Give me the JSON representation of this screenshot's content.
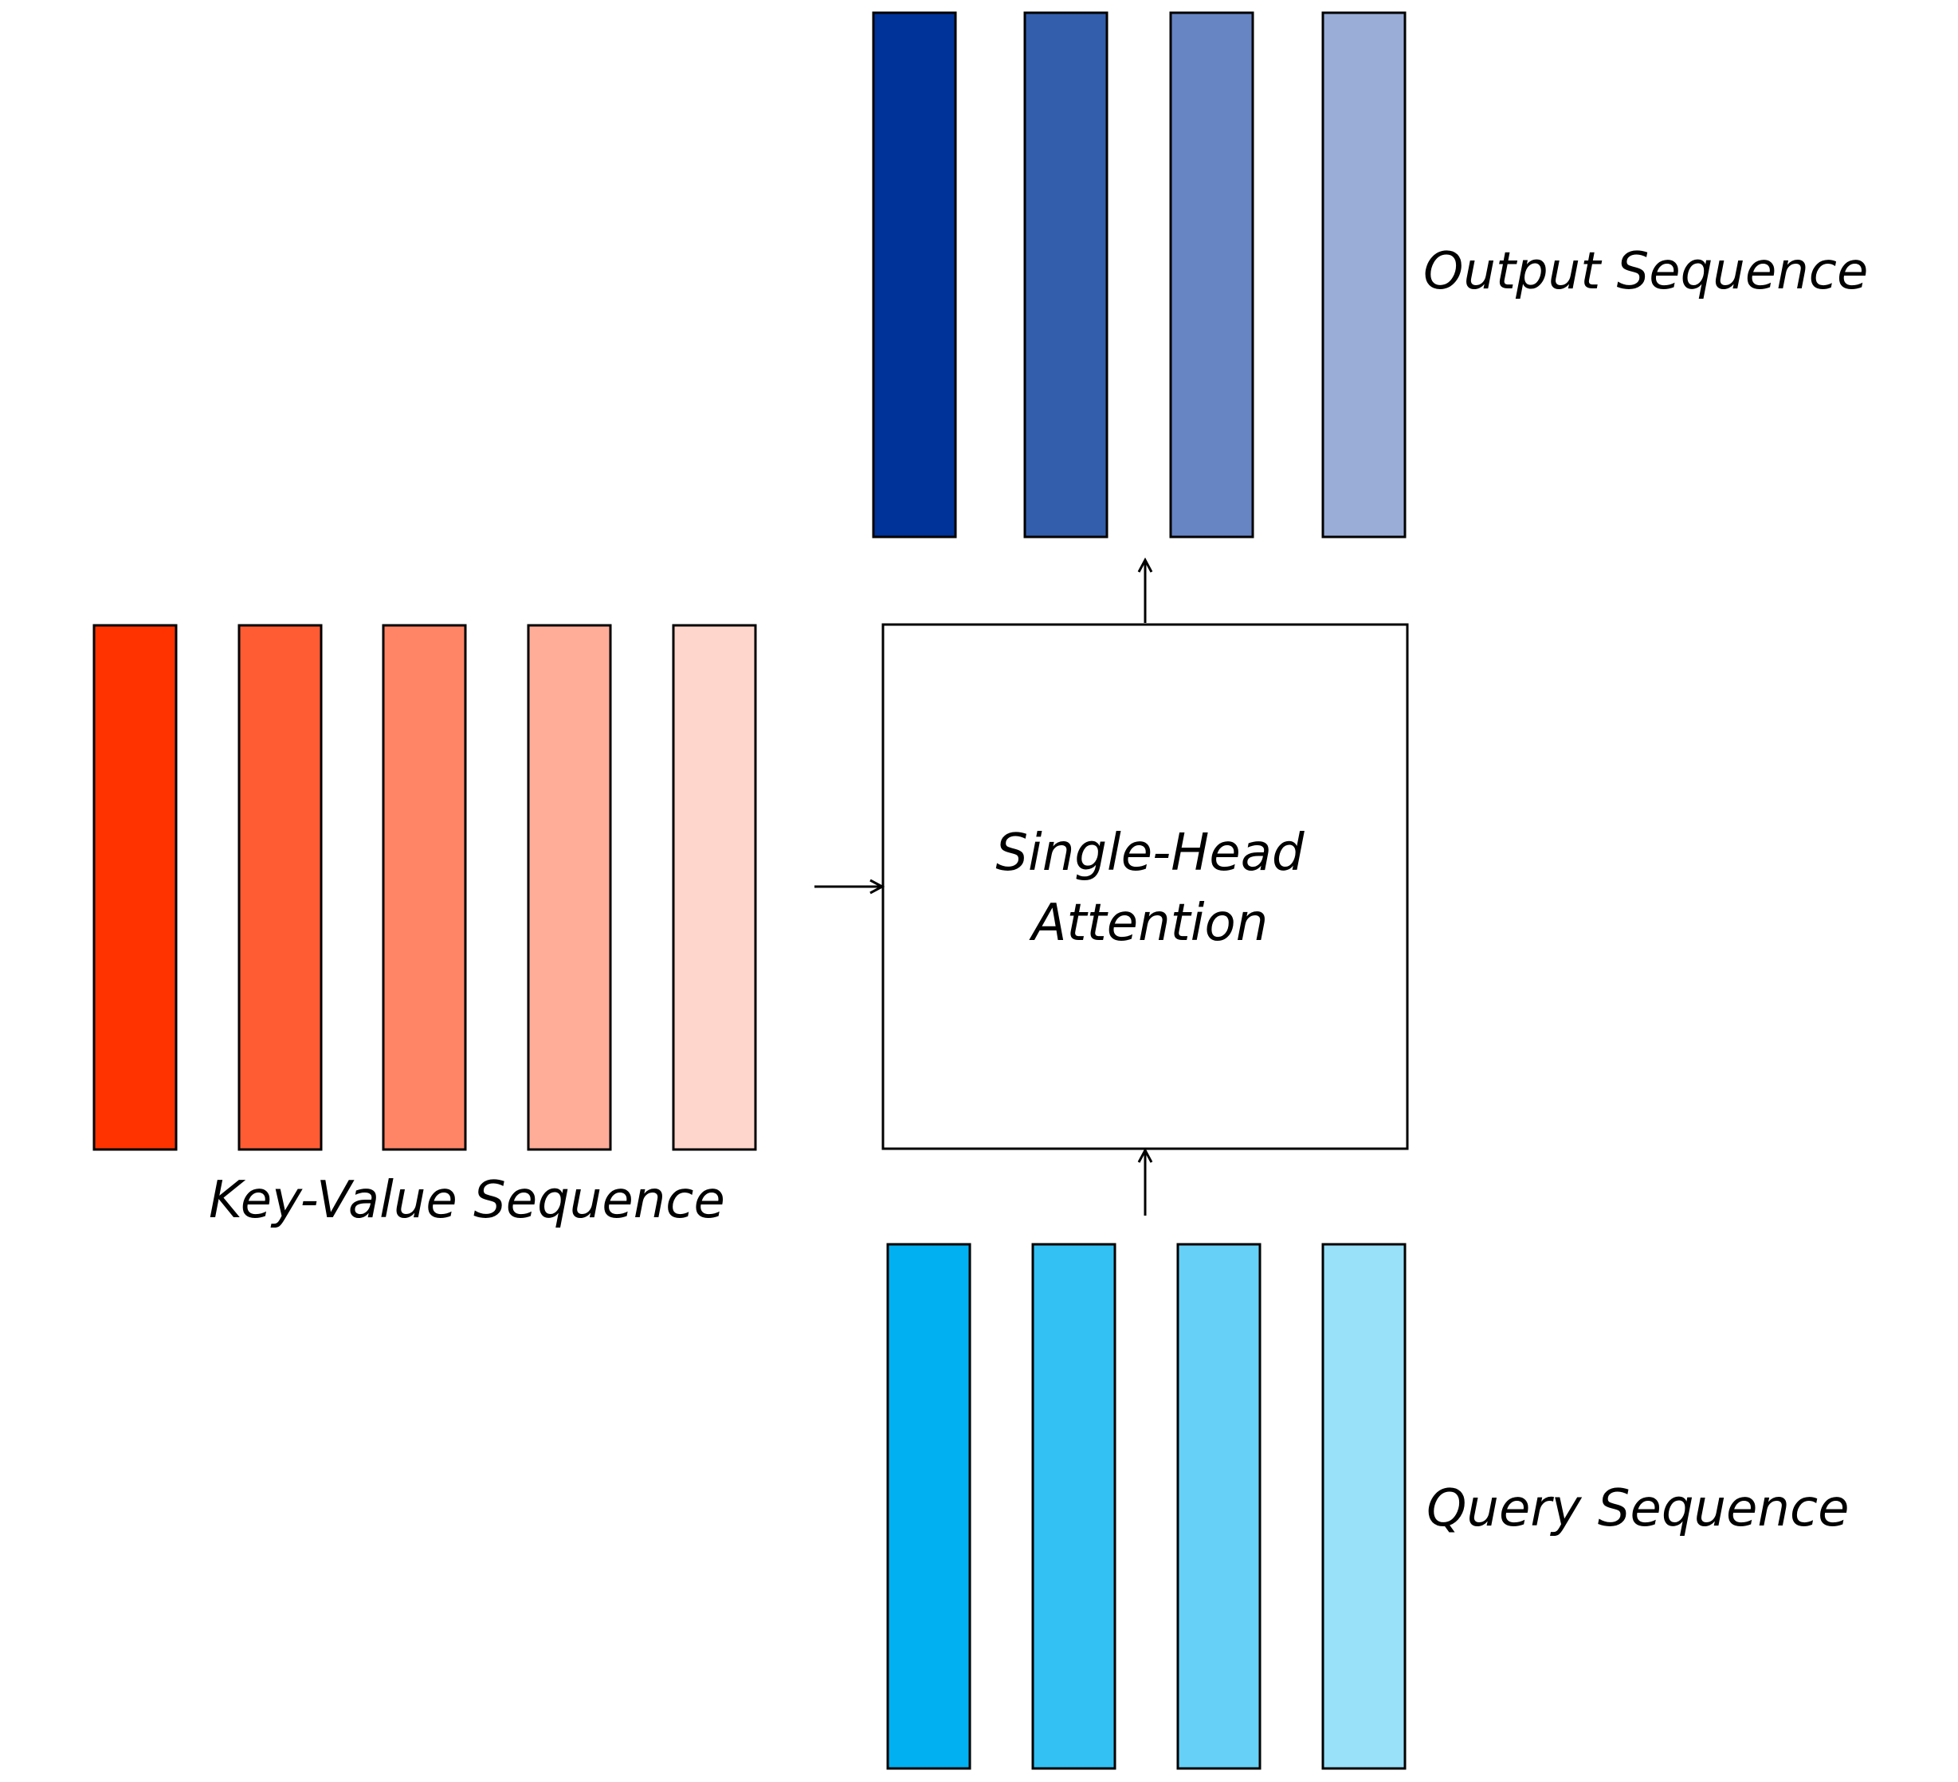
{
  "attention_block": {
    "line1": "Single-Head",
    "line2": "Attention"
  },
  "output_sequence": {
    "label": "Output Sequence",
    "colors": [
      "#003399",
      "#335eac",
      "#6785c3",
      "#99add6"
    ]
  },
  "key_value_sequence": {
    "label": "Key-Value Sequence",
    "colors": [
      "#ff3300",
      "#ff5c33",
      "#ff8566",
      "#ffad99",
      "#ffd6cc"
    ]
  },
  "query_sequence": {
    "label": "Query Sequence",
    "colors": [
      "#00b0f0",
      "#33c0f3",
      "#66d0f6",
      "#99e0f9"
    ]
  },
  "stroke_color": "#000000"
}
